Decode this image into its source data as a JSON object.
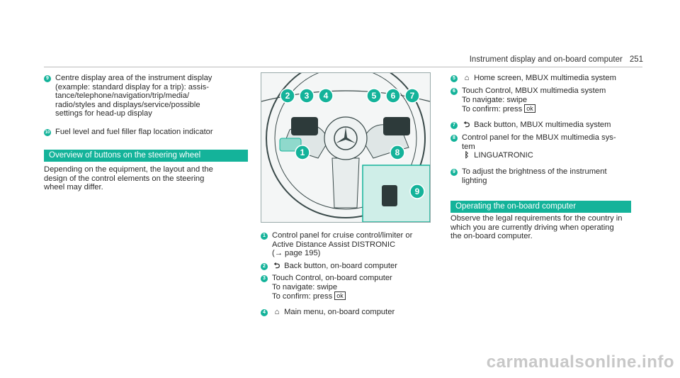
{
  "header": {
    "title": "Instrument display and on-board computer",
    "page": "251"
  },
  "left_items": [
    {
      "num": "9",
      "lines": [
        "Centre display area of the instrument display",
        "(example: standard display for a trip): assis-",
        "tance/telephone/navigation/trip/media/",
        "radio/styles and displays/service/possible",
        "settings for head-up display"
      ]
    },
    {
      "num": "10",
      "lines": [
        "Fuel level and fuel filler flap location indicator"
      ]
    }
  ],
  "section1": {
    "title": "Overview of buttons on the steering wheel",
    "lines": [
      "Depending on the equipment, the layout and the",
      "design of the control elements on the steering",
      "wheel may differ."
    ]
  },
  "illustration": {
    "callouts": [
      "2",
      "3",
      "4",
      "5",
      "6",
      "7",
      "1",
      "8",
      "9"
    ],
    "colors": {
      "accent": "#14b39a",
      "line": "#3a4a4a"
    }
  },
  "mid_items": {
    "i1": {
      "num": "1",
      "lines": [
        "Control panel for cruise control/limiter or",
        "Active Distance Assist DISTRONIC"
      ],
      "ref": "(→ page 195)"
    },
    "i2": {
      "num": "2",
      "icon": "back-icon",
      "text": "Back button, on-board computer"
    },
    "i3": {
      "num": "3",
      "line": "Touch Control, on-board computer",
      "sub1": "To navigate: swipe",
      "sub2": "To confirm: press",
      "ok": "ok"
    },
    "i4": {
      "num": "4",
      "icon": "home-icon",
      "text": "Main menu, on-board computer"
    }
  },
  "right_items": {
    "i5": {
      "num": "5",
      "icon": "home-icon",
      "text": "Home screen, MBUX multimedia system"
    },
    "i6": {
      "num": "6",
      "line": "Touch Control, MBUX multimedia system",
      "sub1": "To navigate: swipe",
      "sub2": "To confirm: press",
      "ok": "ok"
    },
    "i7": {
      "num": "7",
      "icon": "back-icon",
      "text": "Back button, MBUX multimedia system"
    },
    "i8": {
      "num": "8",
      "lines": [
        "Control panel for the MBUX multimedia sys-",
        "tem"
      ],
      "sub": "LINGUATRONIC"
    },
    "i9": {
      "num": "9",
      "lines": [
        "To adjust the brightness of the instrument",
        "lighting"
      ]
    }
  },
  "section2": {
    "title": "Operating the on-board computer",
    "lines": [
      "Observe the legal requirements for the country in",
      "which you are currently driving when operating",
      "the on-board computer."
    ]
  },
  "watermark": "carmanualsonline.info"
}
